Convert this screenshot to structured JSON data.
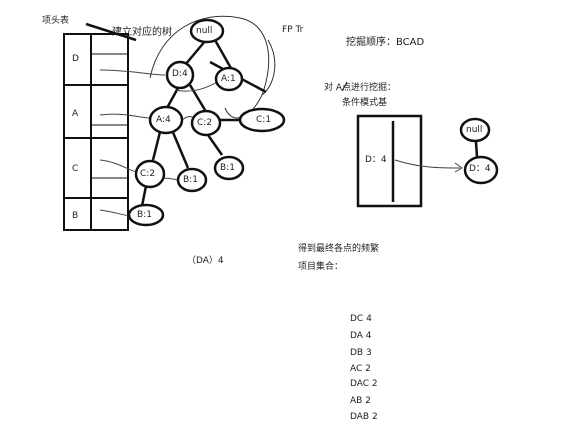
{
  "header_table": {
    "title": "项头表",
    "items": [
      "D",
      "A",
      "C",
      "B"
    ]
  },
  "tree": {
    "build_label": "建立对应的树",
    "fp_label": "FP Tr",
    "nodes": {
      "root": "null",
      "d4": "D:4",
      "a1": "A:1",
      "a4": "A:4",
      "c2_top": "C:2",
      "c1": "C:1",
      "c2_left": "C:2",
      "b1_mid": "B:1",
      "b1_right": "B:1",
      "b1_bottom": "B:1"
    }
  },
  "mining": {
    "order": "挖掘顺序：BCAD",
    "target_line": "对 A点进行挖掘：",
    "cond_base": "条件模式基",
    "box_label": "D：4",
    "cond_tree_root": "null",
    "cond_tree_node": "D：4"
  },
  "result": {
    "da_label": "（DA）4",
    "freq_title": "得到最终各点的频繁",
    "itemset_title": "项目集合：",
    "itemsets": [
      "DC 4",
      "DA 4",
      "DB 3",
      "AC 2",
      "DAC 2",
      "AB 2",
      "DAB 2"
    ]
  }
}
